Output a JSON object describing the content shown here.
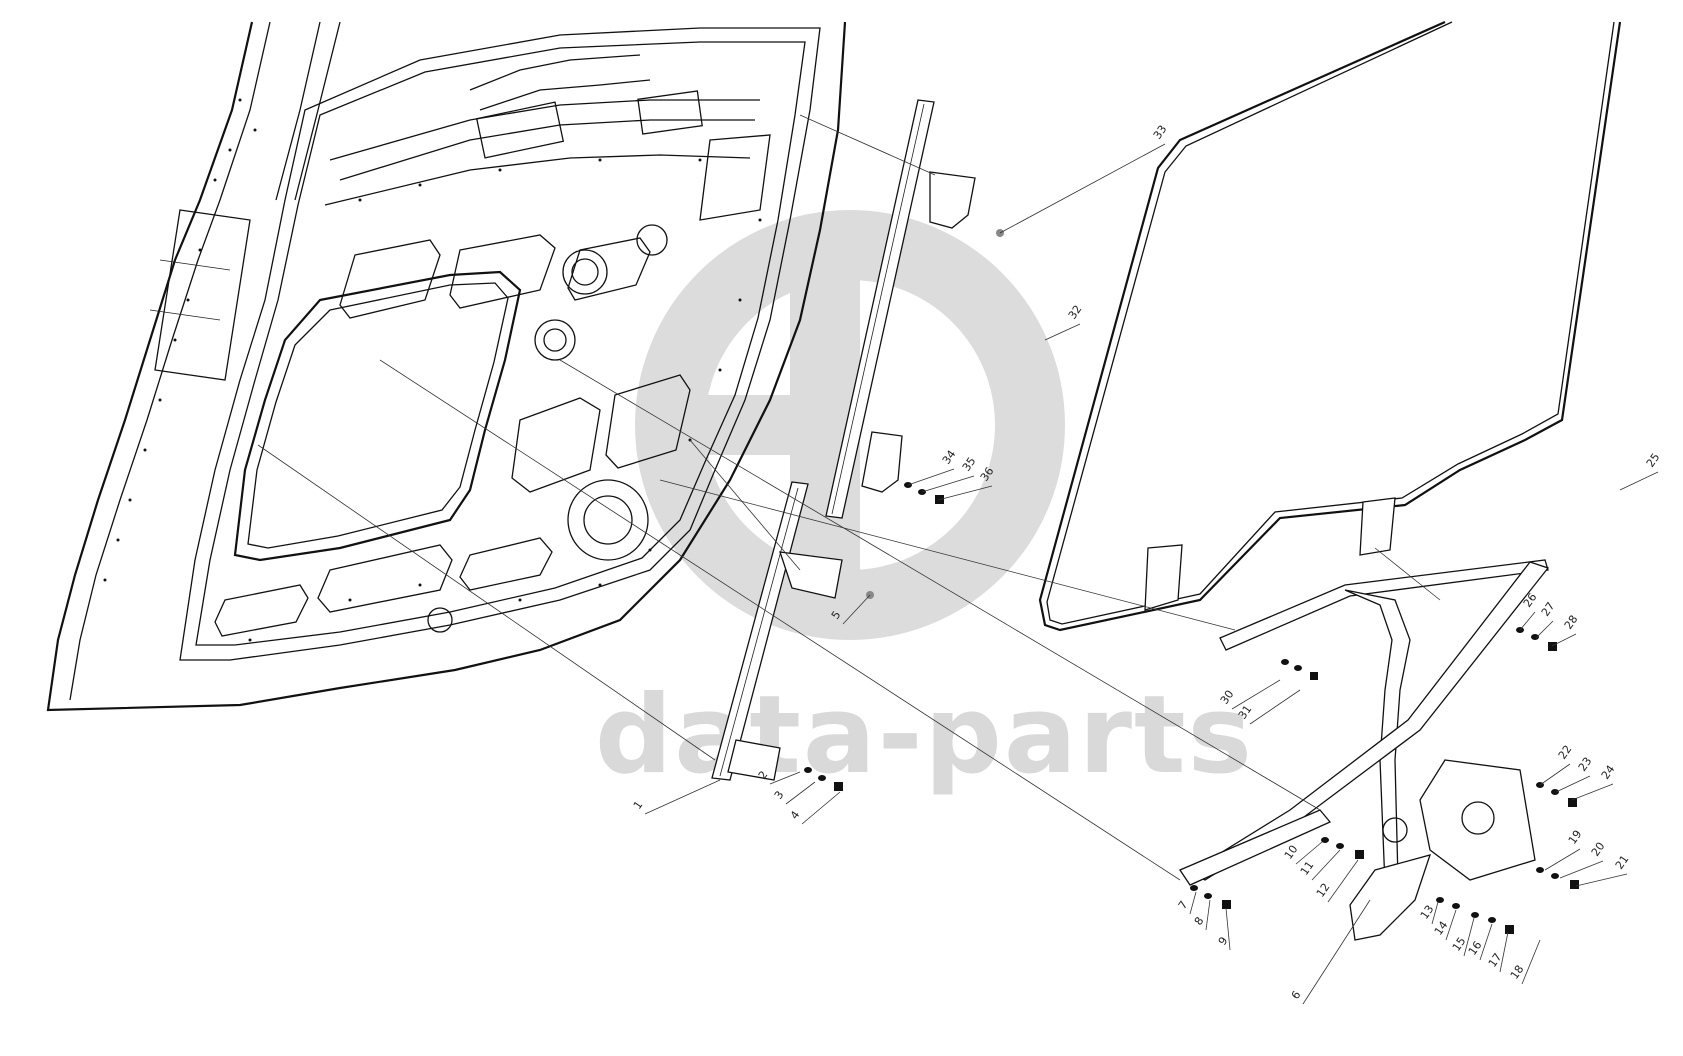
{
  "watermark": {
    "text": "data-parts",
    "color": "#d9d9d9"
  },
  "callouts": [
    {
      "label": "1"
    },
    {
      "label": "2"
    },
    {
      "label": "3"
    },
    {
      "label": "4"
    },
    {
      "label": "5"
    },
    {
      "label": "6"
    },
    {
      "label": "7"
    },
    {
      "label": "8"
    },
    {
      "label": "9"
    },
    {
      "label": "10"
    },
    {
      "label": "11"
    },
    {
      "label": "12"
    },
    {
      "label": "13"
    },
    {
      "label": "14"
    },
    {
      "label": "15"
    },
    {
      "label": "16"
    },
    {
      "label": "17"
    },
    {
      "label": "18"
    },
    {
      "label": "19"
    },
    {
      "label": "20"
    },
    {
      "label": "21"
    },
    {
      "label": "22"
    },
    {
      "label": "23"
    },
    {
      "label": "24"
    },
    {
      "label": "25"
    },
    {
      "label": "26"
    },
    {
      "label": "27"
    },
    {
      "label": "28"
    },
    {
      "label": "30"
    },
    {
      "label": "31"
    },
    {
      "label": "32"
    },
    {
      "label": "33"
    },
    {
      "label": "34"
    },
    {
      "label": "35"
    },
    {
      "label": "36"
    }
  ]
}
